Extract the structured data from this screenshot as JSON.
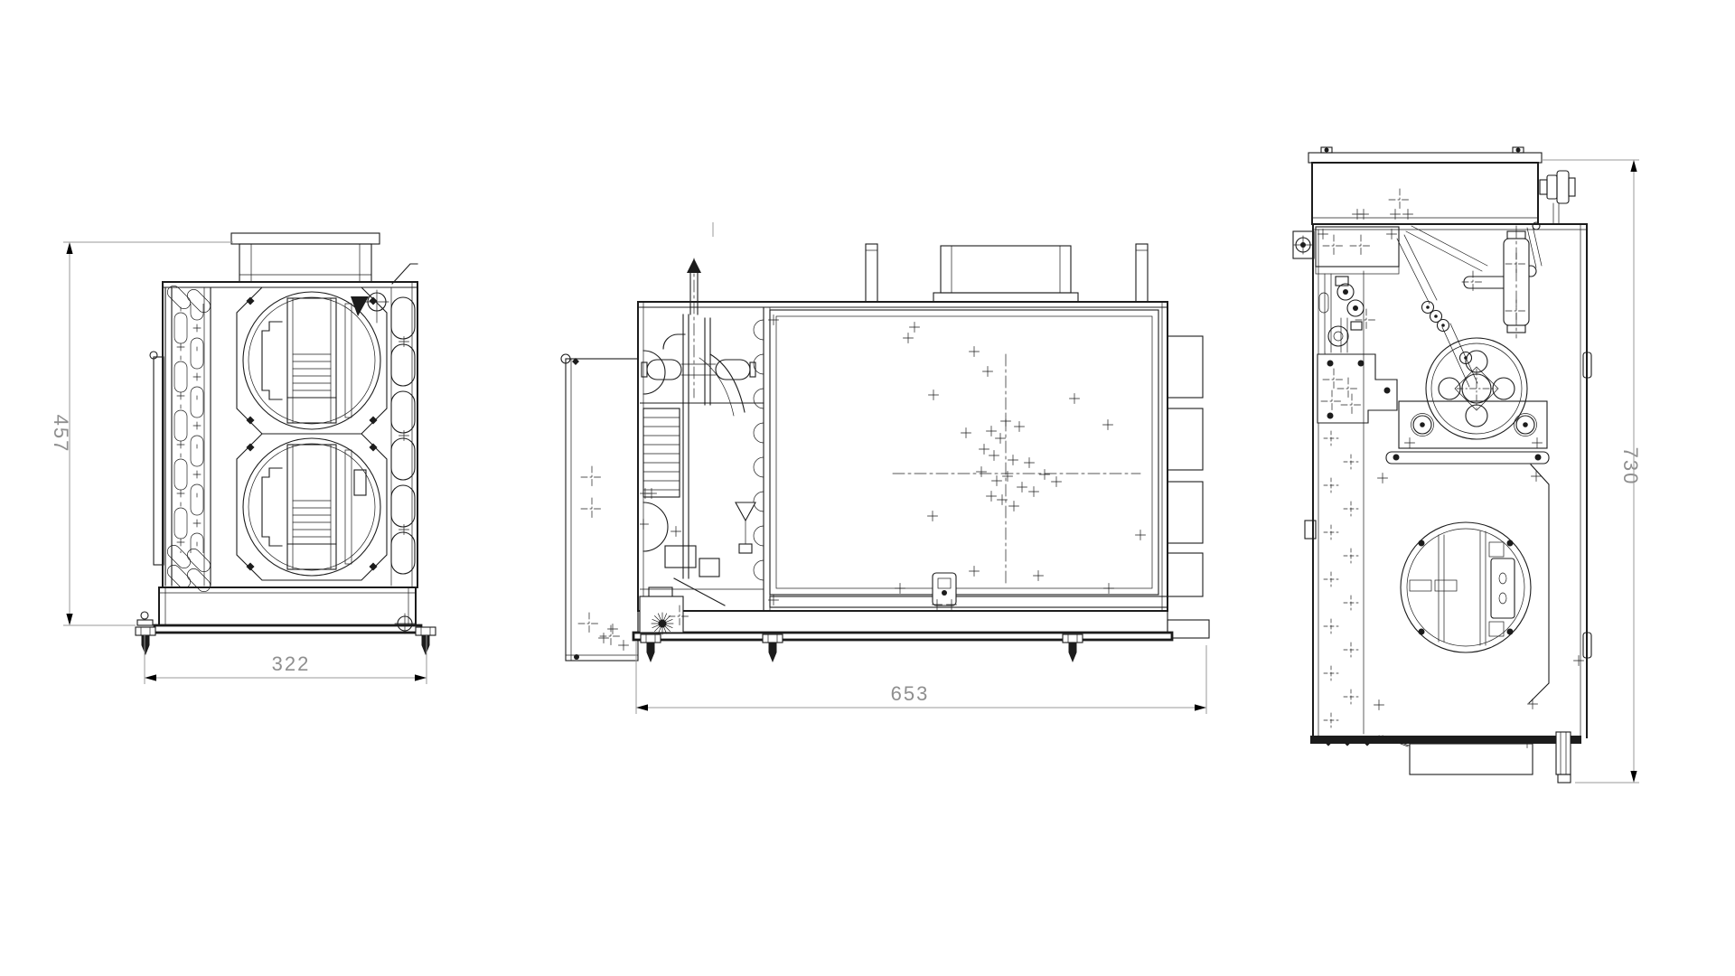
{
  "dimensions": {
    "front_height": "457",
    "front_width": "322",
    "side_length": "653",
    "side_height": "730"
  },
  "colors": {
    "line": "#1c1c1c",
    "dimension": "#8f8f8f",
    "background": "#ffffff"
  }
}
